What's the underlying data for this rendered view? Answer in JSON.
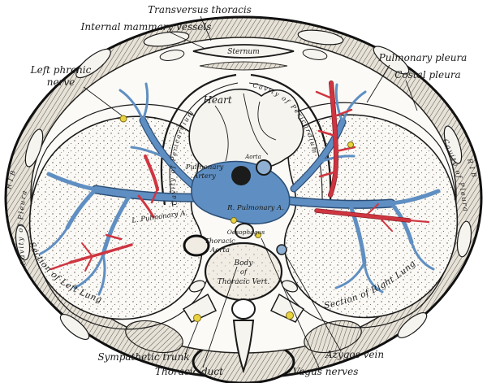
{
  "meta": {
    "title": "Transverse section of the thorax (anatomical engraving)"
  },
  "colors": {
    "paper": "#ffffff",
    "ink": "#1a1a1a",
    "vein_blue": "#5f8fc2",
    "artery_red": "#cf3540",
    "nerve_yellow": "#e8d23f"
  },
  "labels": {
    "transversus_thoracis": "Transversus thoracis",
    "internal_mammary_vessels": "Internal mammary vessels",
    "sternum": "Sternum",
    "left_phrenic_1": "Left phrenic",
    "left_phrenic_2": "nerve",
    "pulmonary_pleura": "Pulmonary pleura",
    "costal_pleura": "Costal pleura",
    "heart": "Heart",
    "cavity_of_pericardium": "Cavity of Pericardium",
    "aorta_small": "Aorta",
    "pulmonary_artery_1": "Pulmonary",
    "pulmonary_artery_2": "Artery",
    "left_pulmonary_artery": "L. Pulmonary A.",
    "right_pulmonary_artery": "R. Pulmonary A.",
    "oesophagus": "Oesophagus",
    "thoracic_aorta_1": "Thoracic",
    "thoracic_aorta_2": "Aorta",
    "vertebra_1": "Body",
    "vertebra_2": "of",
    "vertebra_3": "Thoracic Vert.",
    "section_of_left_lung": "Section of Left Lung",
    "section_of_right_lung": "Section of Right Lung",
    "cavity_of_pleura": "Cavity of Pleura",
    "rib": "RIB",
    "sympathetic_trunk": "Sympathetic trunk",
    "thoracic_duct": "Thoracic duct",
    "azygos_vein": "Azygos vein",
    "vagus_nerves": "Vagus nerves"
  }
}
